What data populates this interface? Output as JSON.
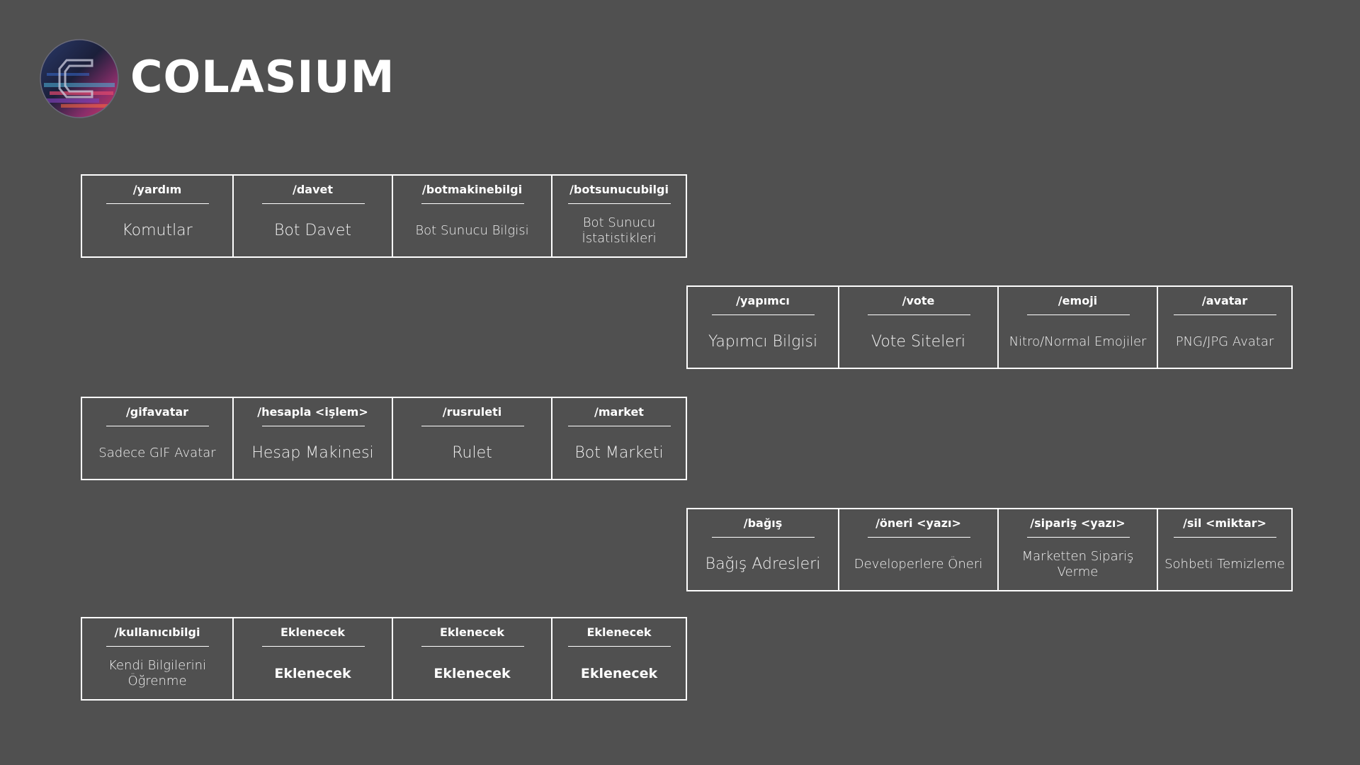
{
  "brand": {
    "title": "COLASIUM"
  },
  "rows": [
    [
      {
        "command": "/yardım",
        "description": "Komutlar"
      },
      {
        "command": "/davet",
        "description": "Bot Davet"
      },
      {
        "command": "/botmakinebilgi",
        "description": "Bot Sunucu Bilgisi"
      },
      {
        "command": "/botsunucubilgi",
        "description": "Bot Sunucu İstatistikleri"
      }
    ],
    [
      {
        "command": "/yapımcı",
        "description": "Yapımcı Bilgisi"
      },
      {
        "command": "/vote",
        "description": "Vote Siteleri"
      },
      {
        "command": "/emoji",
        "description": "Nitro/Normal Emojiler"
      },
      {
        "command": "/avatar",
        "description": "PNG/JPG Avatar"
      }
    ],
    [
      {
        "command": "/gifavatar",
        "description": "Sadece GIF Avatar"
      },
      {
        "command": "/hesapla <işlem>",
        "description": "Hesap Makinesi"
      },
      {
        "command": "/rusruleti",
        "description": "Rulet"
      },
      {
        "command": "/market",
        "description": "Bot Marketi"
      }
    ],
    [
      {
        "command": "/bağış",
        "description": "Bağış Adresleri"
      },
      {
        "command": "/öneri <yazı>",
        "description": "Developerlere Öneri"
      },
      {
        "command": "/sipariş <yazı>",
        "description": "Marketten Sipariş Verme"
      },
      {
        "command": "/sil <miktar>",
        "description": "Sohbeti Temizleme"
      }
    ],
    [
      {
        "command": "/kullanıcıbilgi",
        "description": "Kendi Bilgilerini Öğrenme"
      },
      {
        "command": "Eklenecek",
        "description": "Eklenecek"
      },
      {
        "command": "Eklenecek",
        "description": "Eklenecek"
      },
      {
        "command": "Eklenecek",
        "description": "Eklenecek"
      }
    ]
  ]
}
